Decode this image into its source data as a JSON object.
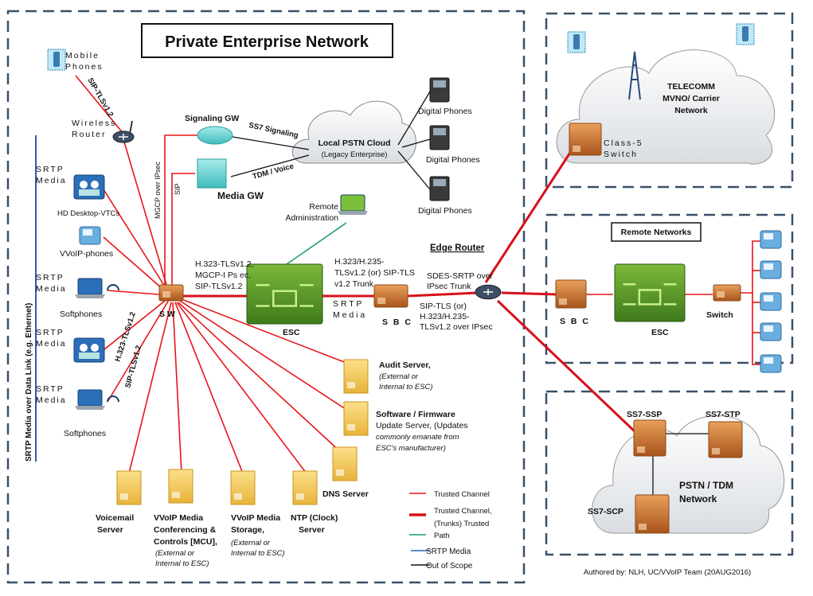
{
  "title": "Private Enterprise Network",
  "nodes": {
    "mobile_phones": [
      "Mobile",
      "Phones"
    ],
    "wireless_router": [
      "Wireless",
      "Router"
    ],
    "signaling_gw": "Signaling GW",
    "media_gw": "Media GW",
    "local_pstn": [
      "Local PSTN Cloud",
      "(Legacy Enterprise)"
    ],
    "digital_phones": [
      "Digital Phones",
      "Digital Phones",
      "Digital Phones"
    ],
    "remote_admin": [
      "Remote",
      "Administration"
    ],
    "hd_vtc": "HD Desktop-VTCs",
    "vvoip_phones": "VVoIP-phones",
    "softphones": [
      "Softphones",
      "Softphones"
    ],
    "srtp_media": [
      "SRTP",
      "Media"
    ],
    "sw": "S W",
    "esc": "ESC",
    "sbc": "S B C",
    "edge_router": "Edge Router",
    "audit_server": [
      "Audit Server,",
      "(External or",
      "Internal to ESC)"
    ],
    "firmware_server": [
      "Software / Firmware",
      "Update Server, (Updates",
      "commonly emanate from",
      "ESC's manufacturer)"
    ],
    "dns_server": "DNS Server",
    "voicemail": [
      "Voicemail",
      "Server"
    ],
    "mcu": [
      "VVoIP Media",
      "Conferencing &",
      "Controls [MCU],",
      "(External or",
      "Internal to ESC)"
    ],
    "storage": [
      "VVoIP Media",
      "Storage,",
      "(External or",
      "Internal to ESC)"
    ],
    "ntp": [
      "NTP (Clock)",
      "Server"
    ],
    "telecomm": [
      "TELECOMM",
      "MVNO/ Carrier",
      "Network"
    ],
    "class5": [
      "Class-5",
      "Switch"
    ],
    "remote_networks": "Remote Networks",
    "remote_sbc": "S B C",
    "remote_esc": "ESC",
    "remote_switch": "Switch",
    "ss7_ssp": "SS7-SSP",
    "ss7_stp": "SS7-STP",
    "ss7_scp": "SS7-SCP",
    "pstn_tdm": [
      "PSTN / TDM",
      "Network"
    ]
  },
  "links": {
    "sip_tls_mobile": "SIP-TLSv1.2",
    "srtp_over_datalink": "SRTP Media over Data Link (e.g. Ethernet)",
    "mgcp_ipsec": "MGCP over IPsec",
    "sip": "SIP",
    "ss7_signaling": "SS7 Signaling",
    "tdm_voice": "TDM / Voice",
    "sw_esc": [
      "H.323-TLSv1.2,",
      "MGCP-I Ps ec,",
      "SIP-TLSv1.2"
    ],
    "esc_sbc": [
      "H.323/H.235-",
      "TLSv1.2 (or) SIP-TLS",
      "v1.2 Trunk"
    ],
    "esc_sbc_media": [
      "S R T P",
      "M e d i a"
    ],
    "sbc_router_top": [
      "SDES-SRTP over",
      "IPsec Trunk"
    ],
    "sbc_router_bottom": [
      "SIP-TLS (or)",
      "H.323/H.235-",
      "TLSv1.2 over IPsec"
    ],
    "h323_vtc": "H.323-TLSv1.2",
    "sip_soft": "SIP-TLSv1.2"
  },
  "legend": {
    "items": [
      "Trusted Channel",
      "Trusted Channel, (Trunks) Trusted",
      "Path",
      "SRTP Media",
      "Out of Scope"
    ],
    "colors": {
      "trusted": "#e8141a",
      "trunk": "#d8101a",
      "path": "#1a9a6a",
      "srtp": "#2a5fb0",
      "out_of_scope": "#111111"
    }
  },
  "author": "Authored by: NLH, UC/VVoIP Team (20AUG2016)"
}
